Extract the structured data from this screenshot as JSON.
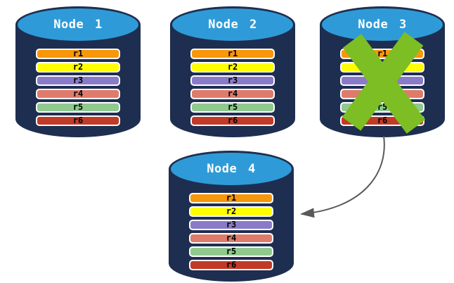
{
  "diagram": {
    "nodes": [
      {
        "label": "Node 1",
        "status": "active"
      },
      {
        "label": "Node 2",
        "status": "active"
      },
      {
        "label": "Node 3",
        "status": "failed"
      },
      {
        "label": "Node 4",
        "status": "active"
      }
    ],
    "rows": [
      {
        "label": "r1",
        "color": "#F79709"
      },
      {
        "label": "r2",
        "color": "#FFFF00"
      },
      {
        "label": "r3",
        "color": "#8A7BC8"
      },
      {
        "label": "r4",
        "color": "#DF7B6B"
      },
      {
        "label": "r5",
        "color": "#8FC98E"
      },
      {
        "label": "r6",
        "color": "#C23A28"
      }
    ],
    "colors": {
      "cylinder_body": "#1E2E50",
      "cylinder_top": "#2E9BD8",
      "row_border": "#FFFFFF",
      "row_text": "#000000",
      "title_text": "#FFFFFF",
      "failure_x": "#7CBE23"
    },
    "arrow": {
      "from": "Node 3",
      "to": "Node 4",
      "color": "#595959"
    }
  }
}
